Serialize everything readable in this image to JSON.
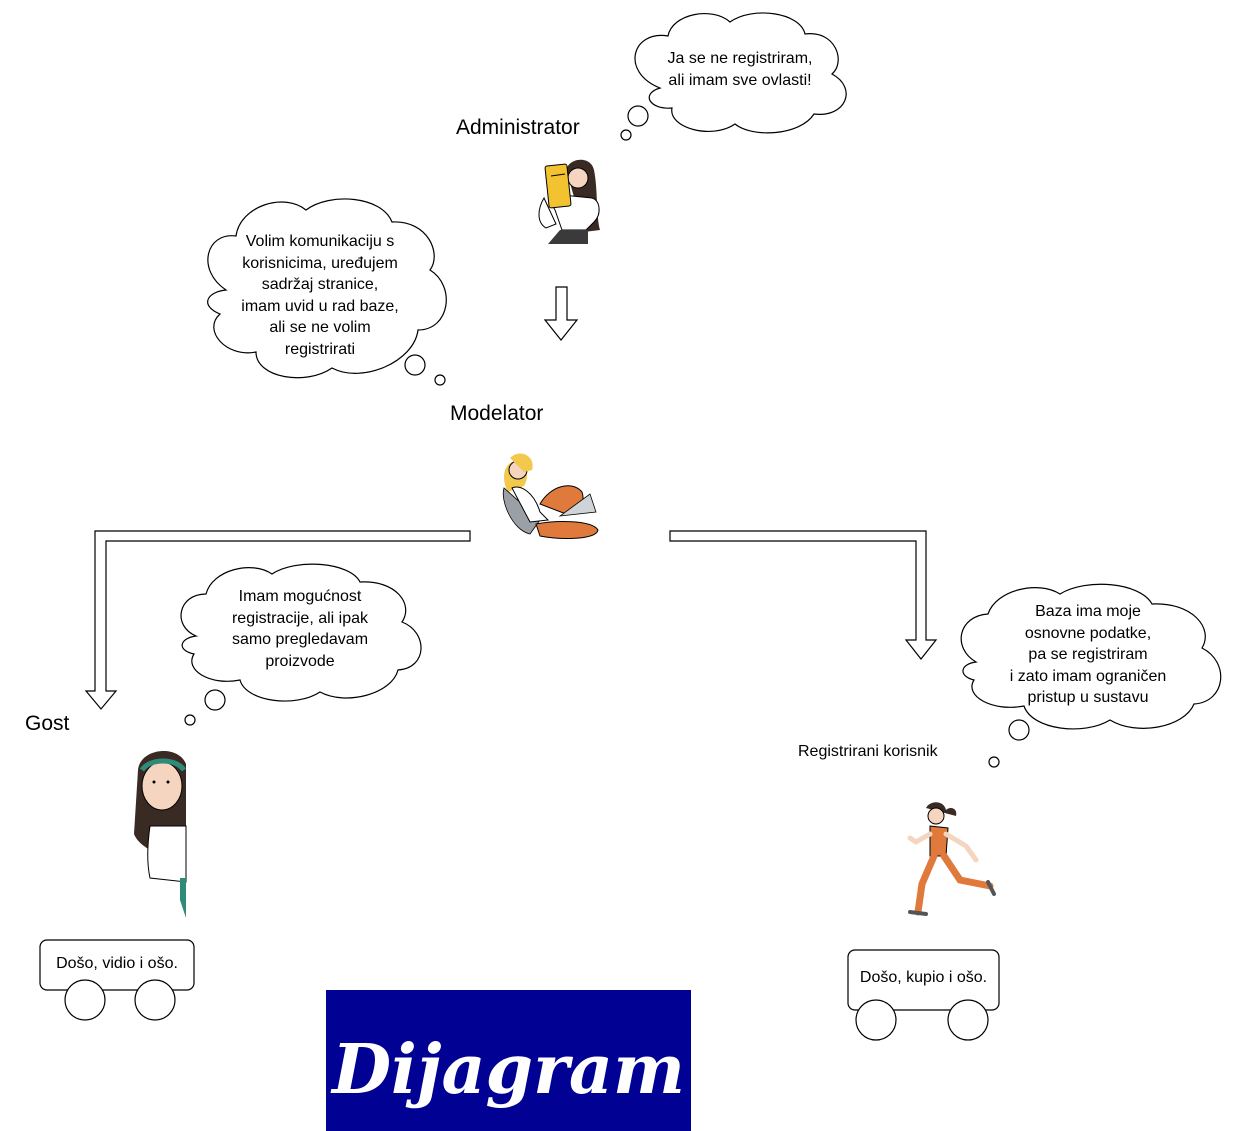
{
  "roles": {
    "administrator": "Administrator",
    "modelator": "Modelator",
    "gost": "Gost",
    "registrirani": "Registrirani korisnik"
  },
  "thoughts": {
    "administrator": "Ja se ne registriram,\nali imam sve ovlasti!",
    "modelator": "Volim komunikaciju s\nkorisnicima, uređujem\nsadržaj stranice,\nimam uvid u rad baze,\nali se ne volim\nregistrirati",
    "gost": "Imam mogućnost\nregistracije, ali ipak\nsamo pregledavam\nproizvode",
    "registrirani": "Baza ima moje\nosnovne podatke,\npa se registriram\ni zato imam ograničen\npristup u sustavu"
  },
  "carts": {
    "gost": "Došo, vidio i ošo.",
    "registrirani": "Došo, kupio i ošo."
  },
  "banner": {
    "title": "Dijagram",
    "background": "#010193",
    "text_color": "#ffffff"
  },
  "colors": {
    "stroke": "#000000",
    "skin": "#f5d5c0",
    "orange": "#e07a3c",
    "hair_dark": "#3a2a24",
    "hair_blond": "#f2c94c",
    "book_yellow": "#f2c230",
    "teal": "#2e8b7a"
  },
  "icons": [
    "administrator-figure-icon",
    "modelator-figure-icon",
    "gost-figure-icon",
    "registrirani-figure-icon"
  ]
}
